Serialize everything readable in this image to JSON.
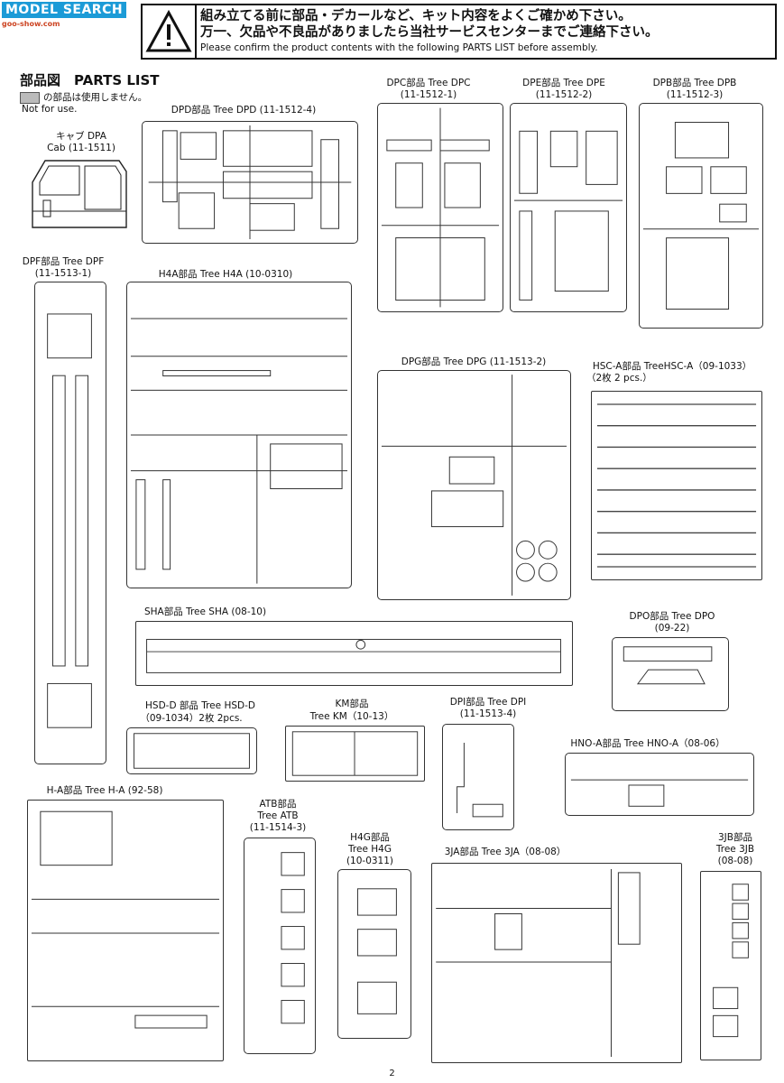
{
  "watermark": {
    "title": "MODEL SEARCH",
    "subtitle": "goo-show.com"
  },
  "banner": {
    "jp_line1": "組み立てる前に部品・デカールなど、キット内容をよくご確かめ下さい。",
    "jp_line2": "万一、欠品や不良品がありましたら当社サービスセンターまでご連絡下さい。",
    "en_line": "Please confirm the product contents with the following PARTS LIST before assembly."
  },
  "header": {
    "title": "部品図　PARTS LIST",
    "legend_jp": "の部品は使用しません。",
    "legend_en": "Not for use."
  },
  "trees": {
    "dpa": {
      "name": "キャブ DPA",
      "code": "Cab (11-1511)"
    },
    "dpd": {
      "name": "DPD部品 Tree DPD (11-1512-4)"
    },
    "dpc": {
      "name": "DPC部品 Tree DPC",
      "code": "(11-1512-1)"
    },
    "dpe": {
      "name": "DPE部品 Tree DPE",
      "code": "(11-1512-2)"
    },
    "dpb": {
      "name": "DPB部品 Tree DPB",
      "code": "(11-1512-3)"
    },
    "dpf": {
      "name": "DPF部品 Tree DPF",
      "code": "(11-1513-1)"
    },
    "h4a": {
      "name": "H4A部品 Tree H4A (10-0310)"
    },
    "dpg": {
      "name": "DPG部品 Tree DPG (11-1513-2)"
    },
    "hsca": {
      "name": "HSC-A部品 TreeHSC-A（09-1033）",
      "code": "（2枚 2 pcs.）"
    },
    "sha": {
      "name": "SHA部品 Tree SHA (08-10)"
    },
    "dpo": {
      "name": "DPO部品 Tree DPO",
      "code": "(09-22)"
    },
    "hsdd": {
      "name": "HSD-D 部品  Tree HSD-D",
      "code": "（09-1034）2枚 2pcs."
    },
    "km": {
      "name": "KM部品",
      "code": "Tree KM（10-13）"
    },
    "dpi": {
      "name": "DPI部品 Tree DPI",
      "code": "(11-1513-4)"
    },
    "hnoa": {
      "name": "HNO-A部品 Tree HNO-A（08-06）"
    },
    "ha": {
      "name": "H-A部品 Tree H-A (92-58)"
    },
    "atb": {
      "name": "ATB部品",
      "code": "Tree ATB",
      "code2": "(11-1514-3)"
    },
    "h4g": {
      "name": "H4G部品",
      "code": "Tree H4G",
      "code2": "(10-0311)"
    },
    "jja": {
      "name": "3JA部品  Tree 3JA（08-08）"
    },
    "jjb": {
      "name": "3JB部品",
      "code": "Tree 3JB",
      "code2": "(08-08)"
    }
  },
  "page_number": "2"
}
